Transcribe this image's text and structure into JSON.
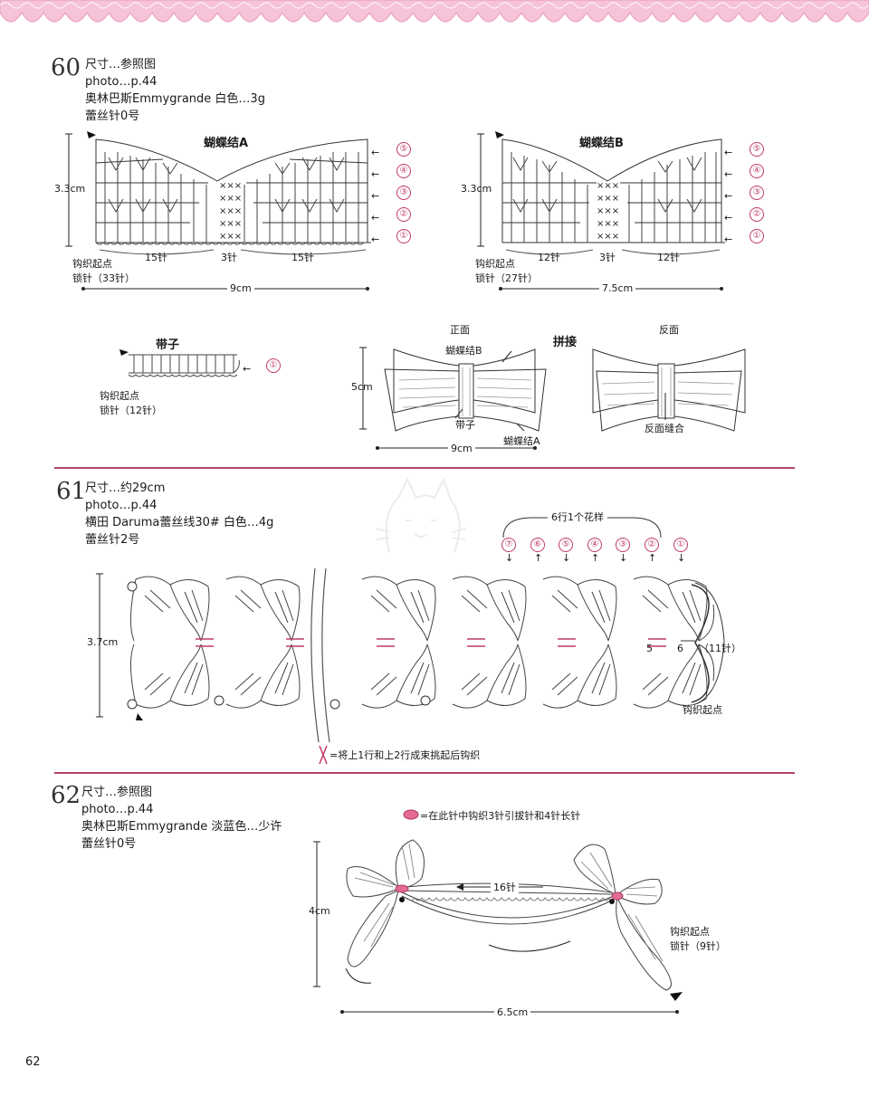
{
  "page_number": "62",
  "sec60": {
    "number": "60",
    "info": [
      "尺寸…参照图",
      "photo…p.44",
      "奥林巴斯Emmygrande  白色…3g",
      "蕾丝针0号"
    ],
    "bowA": {
      "title": "蝴蝶结A",
      "height": "3.3cm",
      "left_count": "15针",
      "mid_count": "3针",
      "right_count": "15针",
      "start": "钩织起点",
      "chain": "锁针（33针）",
      "width": "9cm"
    },
    "bowB": {
      "title": "蝴蝶结B",
      "height": "3.3cm",
      "left_count": "12针",
      "mid_count": "3针",
      "right_count": "12针",
      "start": "钩织起点",
      "chain": "锁针（27针）",
      "width": "7.5cm"
    },
    "rows": [
      "⑤",
      "④",
      "③",
      "②",
      "①"
    ],
    "strap": {
      "title": "带子",
      "row": "①",
      "start": "钩织起点",
      "chain": "锁针（12针）"
    },
    "assembly": {
      "title": "拼接",
      "front": "正面",
      "back": "反面",
      "bowB_label": "蝴蝶结B",
      "strap_label": "带子",
      "bowA_label": "蝴蝶结A",
      "height": "5cm",
      "width": "9cm",
      "seam": "反面缝合"
    }
  },
  "sec61": {
    "number": "61",
    "info": [
      "尺寸…约29cm",
      "photo…p.44",
      "横田 Daruma蕾丝线30#  白色…4g",
      "蕾丝针2号"
    ],
    "repeat": "6行1个花样",
    "rows": [
      "⑦",
      "⑥",
      "⑤",
      "④",
      "③",
      "②",
      "①"
    ],
    "height": "3.7cm",
    "count": "（11针）",
    "start": "钩织起点",
    "five": "5",
    "six": "6",
    "note": "=将上1行和上2行成束挑起后钩织"
  },
  "sec62": {
    "number": "62",
    "info": [
      "尺寸…参照图",
      "photo…p.44",
      "奥林巴斯Emmygrande  淡蓝色…少许",
      "蕾丝针0号"
    ],
    "legend": "=在此针中钩织3针引拔针和4针长针",
    "count": "16针",
    "start": "钩织起点",
    "chain": "锁针（9针）",
    "height": "4cm",
    "width": "6.5cm"
  },
  "colors": {
    "accent": "#c0396a",
    "lace": "#f4b6cf",
    "rule": "#b3466b"
  }
}
